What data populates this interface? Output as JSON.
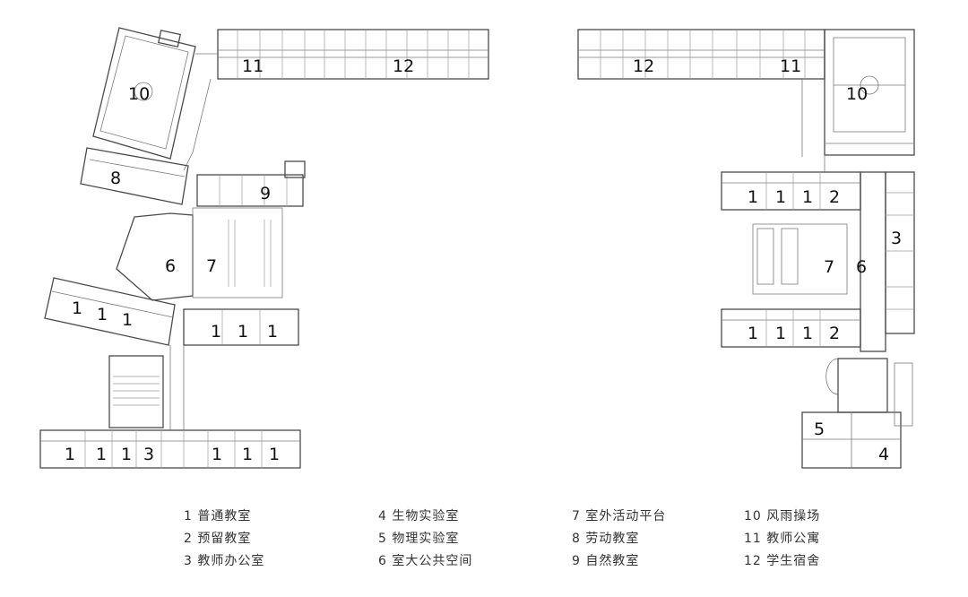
{
  "left_plan": {
    "labels": {
      "l10": "10",
      "l11": "11",
      "l12": "12",
      "l8": "8",
      "l9": "9",
      "l6": "6",
      "l7": "7",
      "l1a": "1",
      "l1b": "1",
      "l1c": "1",
      "l1d": "1",
      "l1e": "1",
      "l1f": "1",
      "l1g": "1",
      "l1h": "1",
      "l1i": "1",
      "l3": "3",
      "l1j": "1",
      "l1k": "1",
      "l1l": "1"
    }
  },
  "right_plan": {
    "labels": {
      "r12": "12",
      "r11": "11",
      "r10": "10",
      "r1a": "1",
      "r1b": "1",
      "r1c": "1",
      "r2a": "2",
      "r3": "3",
      "r7": "7",
      "r6": "6",
      "r1d": "1",
      "r1e": "1",
      "r1f": "1",
      "r2b": "2",
      "r5": "5",
      "r4": "4"
    }
  },
  "legend": {
    "items": [
      "1  普通教室",
      "2  预留教室",
      "3  教师办公室",
      "4  生物实验室",
      "5  物理实验室",
      "6  室大公共空间",
      "7  室外活动平台",
      "8  劳动教室",
      "9  自然教室",
      "10 风雨操场",
      "11 教师公寓",
      "12 学生宿舍"
    ]
  }
}
